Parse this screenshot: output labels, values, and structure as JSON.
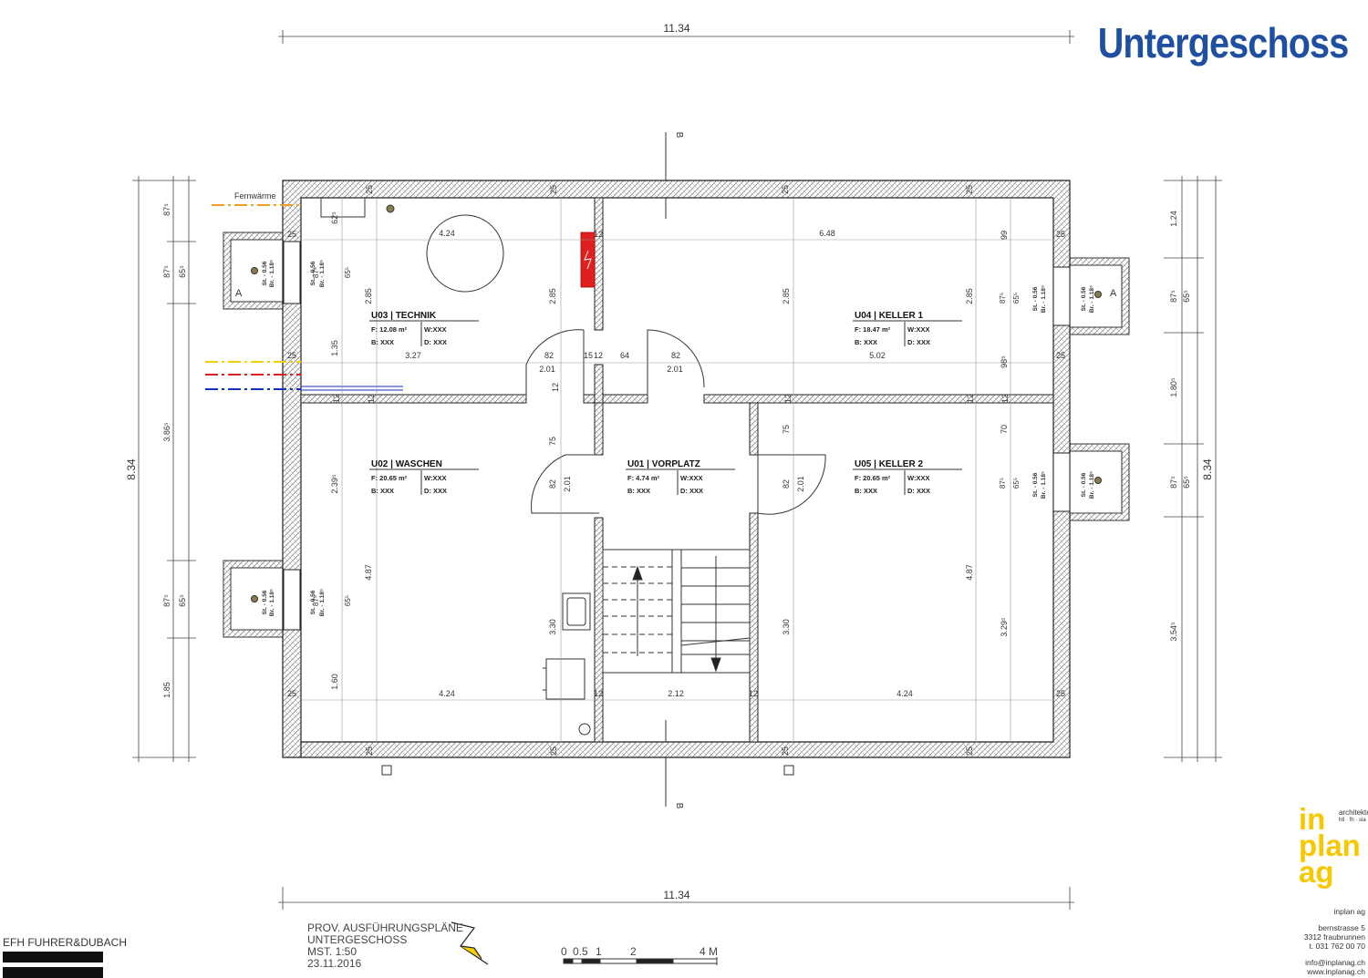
{
  "sheet_title": "Untergeschoss",
  "dimensions": {
    "overall_width_top": "11.34",
    "overall_width_bottom": "11.34",
    "overall_height_left": "8.34",
    "overall_height_right": "8.34",
    "axis_marker": "B",
    "left_chain": [
      "87⁵",
      "87⁵",
      "65⁵",
      "3.86⁵",
      "87⁵",
      "65⁵",
      "1.85"
    ],
    "right_chain": [
      "1.24",
      "87⁵",
      "65⁵",
      "1.80⁵",
      "87⁵",
      "65⁵",
      "3.54⁵"
    ],
    "wall_25": "25",
    "wall_12": "12",
    "interior": {
      "d_424_top": "4.24",
      "d_648": "6.48",
      "d_327": "3.27",
      "d_502": "5.02",
      "d_424_bl": "4.24",
      "d_212": "2.12",
      "d_424_br": "4.24",
      "d_285": "2.85",
      "d_135": "1.35",
      "d_99": "99",
      "d_98": "98⁵",
      "d_625": "62⁵",
      "d_239": "2.39⁵",
      "d_487": "4.87",
      "d_160": "1.60",
      "d_330": "3.30",
      "d_329": "3.29⁵",
      "d_75": "75",
      "d_70": "70",
      "d_82": "82",
      "d_201": "2.01",
      "d_64": "64",
      "d_15": "15",
      "d_875": "87⁵",
      "d_655": "65⁵"
    }
  },
  "annotations": {
    "district_heating": "Fernwärme",
    "section_marker": "A",
    "window_sill": "St. - 0.56",
    "window_lintel": "Br. - 1.18⁵"
  },
  "rooms": [
    {
      "id": "U03",
      "title": "U03 | TECHNIK",
      "area": "F: 12.08 m²",
      "w": "W:XXX",
      "b": "B: XXX",
      "d": "D: XXX"
    },
    {
      "id": "U04",
      "title": "U04 | KELLER 1",
      "area": "F: 18.47 m²",
      "w": "W:XXX",
      "b": "B: XXX",
      "d": "D: XXX"
    },
    {
      "id": "U02",
      "title": "U02 | WASCHEN",
      "area": "F: 20.65 m²",
      "w": "W:XXX",
      "b": "B: XXX",
      "d": "D: XXX"
    },
    {
      "id": "U01",
      "title": "U01 | VORPLATZ",
      "area": "F: 4.74 m²",
      "w": "W:XXX",
      "b": "B: XXX",
      "d": "D: XXX"
    },
    {
      "id": "U05",
      "title": "U05 | KELLER 2",
      "area": "F: 20.65 m²",
      "w": "W:XXX",
      "b": "B: XXX",
      "d": "D: XXX"
    }
  ],
  "plan_info": {
    "line1": "PROV. AUSFÜHRUNGSPLÄNE",
    "line2": "UNTERGESCHOSS",
    "line3": "MST. 1:50",
    "line4": "23.11.2016"
  },
  "scale_bar": {
    "labels": [
      "0",
      "0.5",
      "1",
      "2",
      "4 M"
    ]
  },
  "client": {
    "name": "EFH FUHRER&DUBACH"
  },
  "architect": {
    "logo_line1": "in",
    "logo_line2": "plan",
    "logo_line3": "ag",
    "logo_tagline": "architekten",
    "logo_subtagline": "htl · fh · sia",
    "company": "inplan ag",
    "street": "bernstrasse 5",
    "city": "3312 fraubrunnen",
    "phone": "t. 031 762 00 70",
    "email": "info@inplanag.ch",
    "web": "www.inplanag.ch"
  },
  "colors": {
    "title_blue": "#1f4fa0",
    "logo_yellow": "#f7c800",
    "distribution_red": "#e02020",
    "pipe_yellow": "#f5d000",
    "pipe_red": "#e02020",
    "pipe_blue": "#1030c0",
    "heating_orange": "#f0a020"
  }
}
